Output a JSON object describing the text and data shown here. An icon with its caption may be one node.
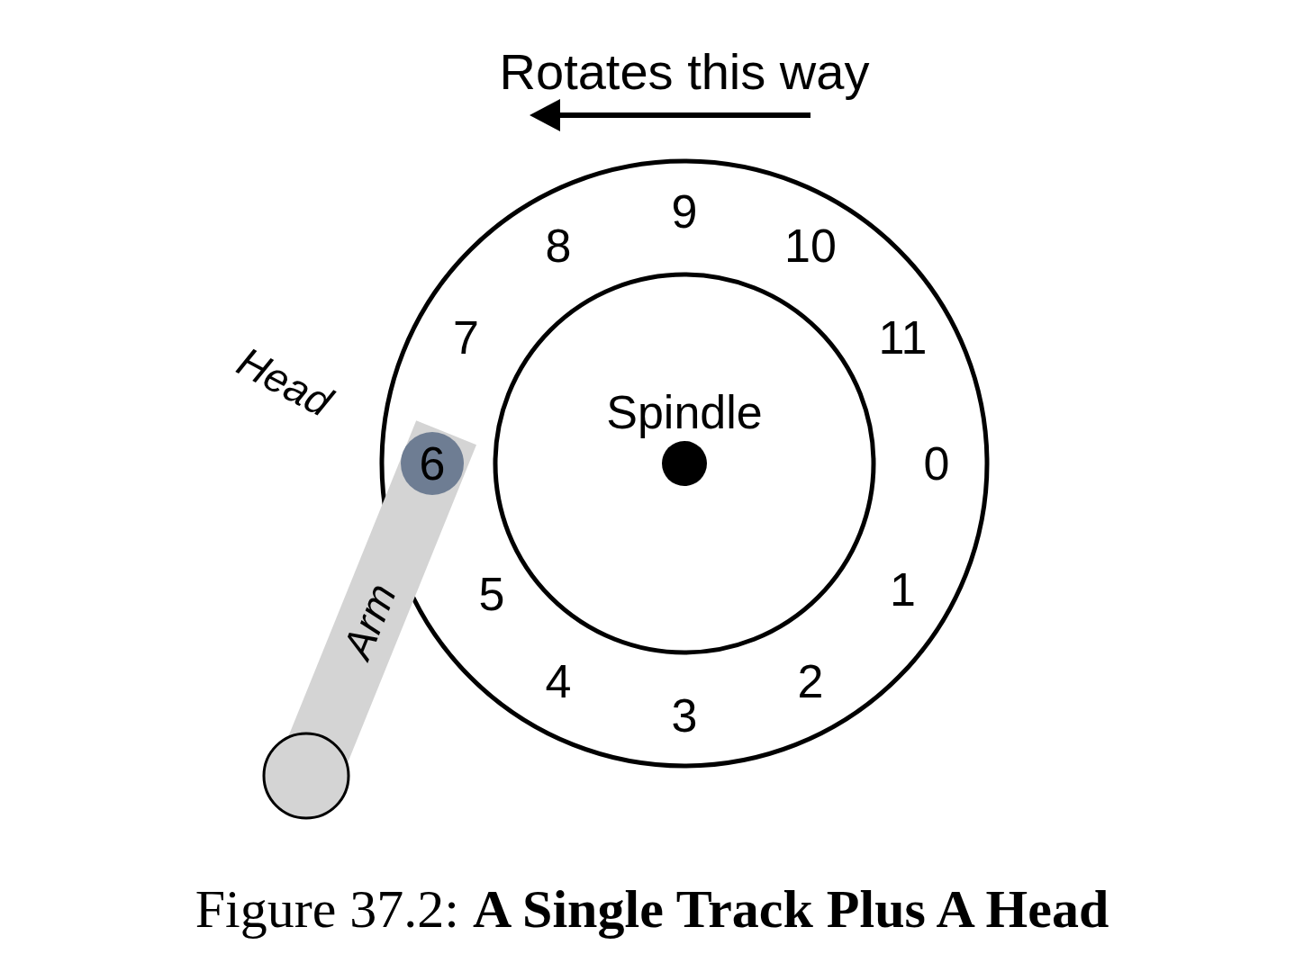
{
  "diagram": {
    "caption": "Figure 37.2: **A Single Track Plus A Head**",
    "nodes": [
      {
        "text": [
          "Arm"
        ]
      },
      {
        "text": [
          "6"
        ],
        "in": 0
      }
    ],
    "labels": [
      "Rotates this way",
      "9",
      "8",
      "10",
      "7",
      "11",
      "Head",
      "Spindle",
      "0",
      "5",
      "1",
      "4",
      "2",
      "3"
    ]
  }
}
